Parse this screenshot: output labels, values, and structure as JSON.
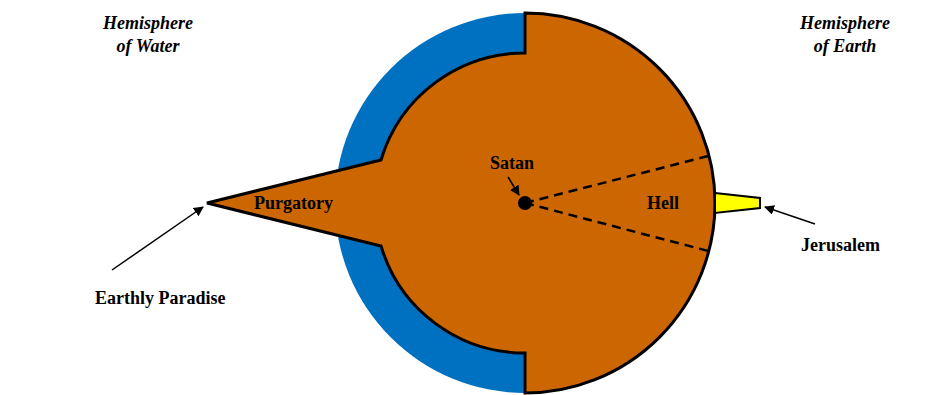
{
  "diagram": {
    "nodes": [
      {
        "text": [
          "Purgatory"
        ]
      },
      {
        "text": [
          "Hell"
        ]
      }
    ],
    "labels": [
      "Hemisphere of Water",
      "Hemisphere of Earth",
      "Satan",
      "Earthly Paradise",
      "Jerusalem"
    ]
  }
}
